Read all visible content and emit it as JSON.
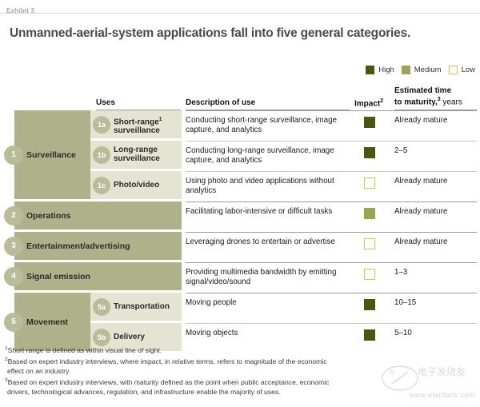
{
  "exhibit": {
    "label": "Exhibit 3"
  },
  "title": "Unmanned-aerial-system applications fall into five general categories.",
  "legend": {
    "items": [
      {
        "label": "High",
        "key": "high",
        "color": "#4f5410"
      },
      {
        "label": "Medium",
        "key": "medium",
        "color": "#9aa550"
      },
      {
        "label": "Low",
        "key": "low",
        "color": "#ffffff"
      }
    ]
  },
  "headers": {
    "uses": "Uses",
    "description": "Description of use",
    "impact": "Impact",
    "impact_footnote": "2",
    "maturity_line1": "Estimated time",
    "maturity_line2": "to maturity,",
    "maturity_footnote": "3",
    "maturity_unit": "years"
  },
  "chart_data": {
    "type": "table",
    "title": "Unmanned-aerial-system applications fall into five general categories.",
    "legend": [
      "High",
      "Medium",
      "Low"
    ],
    "columns": [
      "Uses",
      "Description of use",
      "Impact",
      "Estimated time to maturity, years"
    ],
    "categories": [
      {
        "number": "1",
        "name": "Surveillance",
        "subs": [
          {
            "badge": "1a",
            "name_line1": "Short-range",
            "name_sup": "1",
            "name_line2": "surveillance",
            "description": "Conducting short-range surveillance, image capture, and analytics",
            "impact": "high",
            "maturity": "Already mature"
          },
          {
            "badge": "1b",
            "name_line1": "Long-range",
            "name_sup": "",
            "name_line2": "surveillance",
            "description": "Conducting long-range surveillance, image capture, and analytics",
            "impact": "high",
            "maturity": "2–5"
          },
          {
            "badge": "1c",
            "name_line1": "Photo/video",
            "name_sup": "",
            "name_line2": "",
            "description": "Using photo and video applications without analytics",
            "impact": "low",
            "maturity": "Already mature"
          }
        ]
      },
      {
        "number": "2",
        "name": "Operations",
        "subs": [
          {
            "badge": "",
            "name_line1": "",
            "name_sup": "",
            "name_line2": "",
            "description": "Facilitating labor-intensive or difficult tasks",
            "impact": "medium",
            "maturity": "Already mature"
          }
        ]
      },
      {
        "number": "3",
        "name": "Entertainment/advertising",
        "subs": [
          {
            "badge": "",
            "name_line1": "",
            "name_sup": "",
            "name_line2": "",
            "description": "Leveraging drones to entertain or advertise",
            "impact": "low",
            "maturity": "Already mature"
          }
        ]
      },
      {
        "number": "4",
        "name": "Signal emission",
        "subs": [
          {
            "badge": "",
            "name_line1": "",
            "name_sup": "",
            "name_line2": "",
            "description": "Providing multimedia bandwidth by emitting signal/video/sound",
            "impact": "low",
            "maturity": "1–3"
          }
        ]
      },
      {
        "number": "5",
        "name": "Movement",
        "subs": [
          {
            "badge": "5a",
            "name_line1": "Transportation",
            "name_sup": "",
            "name_line2": "",
            "description": "Moving people",
            "impact": "high",
            "maturity": "10–15"
          },
          {
            "badge": "5b",
            "name_line1": "Delivery",
            "name_sup": "",
            "name_line2": "",
            "description": "Moving objects",
            "impact": "high",
            "maturity": "5–10"
          }
        ]
      }
    ]
  },
  "footnotes": [
    {
      "mark": "1",
      "text": "Short range is defined as within visual line of sight.",
      "cont": ""
    },
    {
      "mark": "2",
      "text": "Based on expert industry interviews, where impact, in relative terms, refers to magnitude of the economic",
      "cont": "effect on an industry."
    },
    {
      "mark": "3",
      "text": "Based on expert industry interviews, with maturity defined as the point when public acceptance, economic",
      "cont": "drivers, technological advances, regulation, and infrastructure enable the majority of uses."
    }
  ],
  "watermark": {
    "text": "www.elecfans.com"
  }
}
